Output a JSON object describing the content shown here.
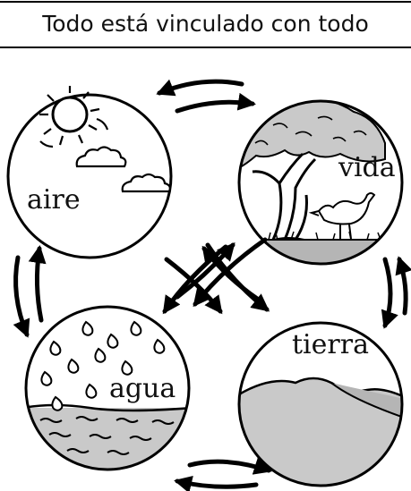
{
  "title": "Todo está vinculado con todo",
  "nodes": {
    "aire": "aire",
    "vida": "vida",
    "agua": "agua",
    "tierra": "tierra"
  },
  "colors": {
    "line": "#000000",
    "shade": "#c9c9c9",
    "shade_dark": "#b5b5b5",
    "background": "#ffffff"
  }
}
